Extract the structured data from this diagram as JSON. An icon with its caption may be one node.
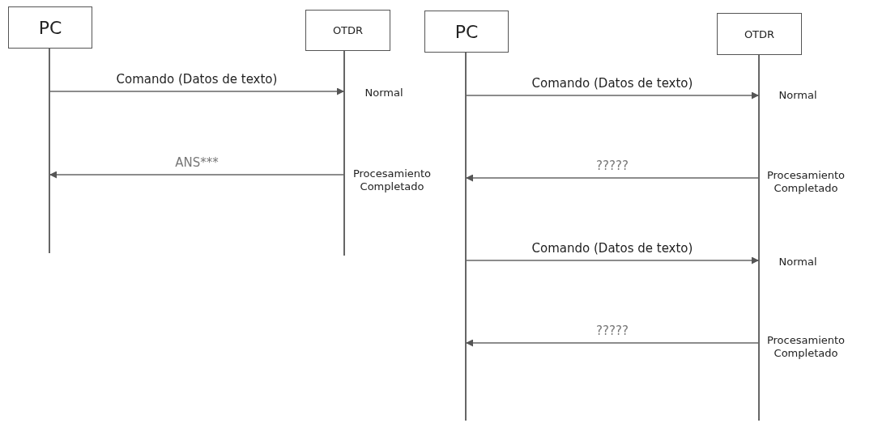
{
  "diagram": {
    "nodes": [
      {
        "text": [
          "PC"
        ]
      },
      {
        "text": [
          "OTDR"
        ]
      },
      {
        "text": [
          "PC"
        ]
      },
      {
        "text": [
          "OTDR"
        ]
      }
    ],
    "edges": [
      {
        "from": 0,
        "to": 1,
        "arrow": "to",
        "label": "Comando (Datos de texto)"
      },
      {
        "from": 1,
        "to": 0,
        "arrow": "to",
        "label": "ANS***"
      },
      {
        "from": 2,
        "to": 3,
        "arrow": "to",
        "label": "Comando (Datos de texto)"
      },
      {
        "from": 3,
        "to": 2,
        "arrow": "to",
        "label": "?????"
      },
      {
        "from": 2,
        "to": 3,
        "arrow": "to",
        "label": "Comando (Datos de texto)"
      },
      {
        "from": 3,
        "to": 2,
        "arrow": "to",
        "label": "?????"
      }
    ],
    "labels": [
      "Normal",
      "Procesamiento Completado",
      "Normal",
      "Procesamiento Completado",
      "Normal",
      "Procesamiento Completado"
    ]
  }
}
